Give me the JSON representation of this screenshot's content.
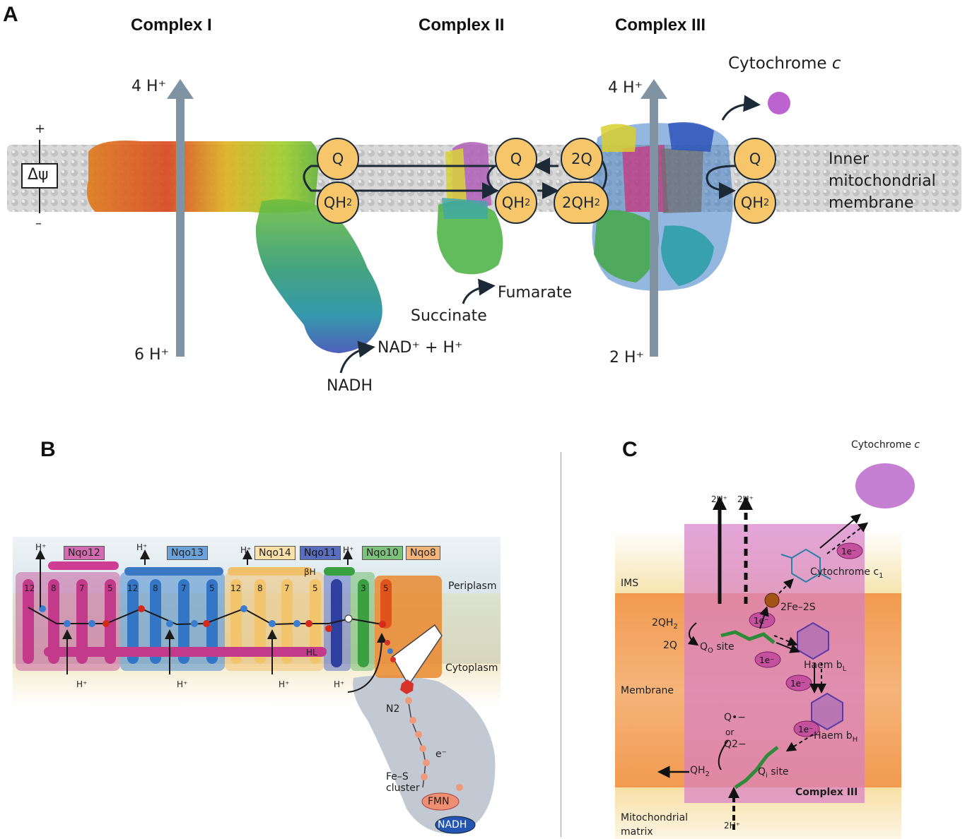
{
  "panels": {
    "a": "A",
    "b": "B",
    "c": "C"
  },
  "panel_a": {
    "complex_1": "Complex I",
    "complex_2": "Complex II",
    "complex_3": "Complex III",
    "cytochrome_c": "Cytochrome ",
    "cytochrome_c_italic": "c",
    "membrane_line1": "Inner",
    "membrane_line2": "mitochondrial",
    "membrane_line3": "membrane",
    "delta_psi": "Δψ",
    "plus": "+",
    "minus": "–",
    "c1_top": "4 H⁺",
    "c1_bottom": "6 H⁺",
    "c3_top": "4 H⁺",
    "c3_bottom": "2 H⁺",
    "q1": "Q",
    "qh2_1": "QH",
    "q2": "Q",
    "qh2_2": "QH",
    "two_q": "2Q",
    "two_qh2": "2QH",
    "q3": "Q",
    "qh2_3": "QH",
    "sub2": "2",
    "nadh": "NADH",
    "nad": "NAD⁺ + H⁺",
    "succinate": "Succinate",
    "fumarate": "Fumarate"
  },
  "panel_b": {
    "nqo12": "Nqo12",
    "nqo13": "Nqo13",
    "nqo14": "Nqo14",
    "nqo11": "Nqo11",
    "nqo10": "Nqo10",
    "nqo8": "Nqo8",
    "periplasm": "Periplasm",
    "cytoplasm": "Cytoplasm",
    "h_plus": "H⁺",
    "beta_h": "βH",
    "hl": "HL",
    "n2": "N2",
    "e_minus": "e⁻",
    "fes1": "Fe–S",
    "fes2": "cluster",
    "fmn": "FMN",
    "nadh": "NADH",
    "helix_nums": [
      "12",
      "8",
      "7",
      "5",
      "12",
      "8",
      "7",
      "5",
      "12",
      "8",
      "7",
      "5",
      "3",
      "5"
    ]
  },
  "panel_c": {
    "cytochrome_c": "Cytochrome ",
    "cytochrome_c_italic": "c",
    "two_h_1": "2H⁺",
    "two_h_2": "2H⁺",
    "two_h_bottom": "2H⁺",
    "ims": "IMS",
    "membrane": "Membrane",
    "matrix_1": "Mitochondrial",
    "matrix_2": "matrix",
    "one_e": "1e⁻",
    "cyt_c1": "Cytochrome c",
    "cyt_c1_sub": "1",
    "fe2s": "2Fe–2S",
    "qh2": "2QH",
    "q2": "2Q",
    "qo_site": "Q",
    "qo_sub": "O",
    "site": " site",
    "haem_bl": "Haem b",
    "haem_bl_sub": "L",
    "haem_bh": "Haem b",
    "haem_bh_sub": "H",
    "q_dot": "Q•−",
    "or": "or",
    "q_2minus": "Q2−",
    "qh2_out": "QH",
    "qi_site": "Q",
    "qi_sub": "i",
    "complex_iii": "Complex III"
  },
  "colors": {
    "proton_arrow": "#7f93a2",
    "quinone": "#f7c66a",
    "ims_band": "#f6e7b8",
    "membrane_band": "#f4a55c",
    "complex_iii_box": "#d77fc6",
    "one_e_blob": "#c4519e"
  }
}
